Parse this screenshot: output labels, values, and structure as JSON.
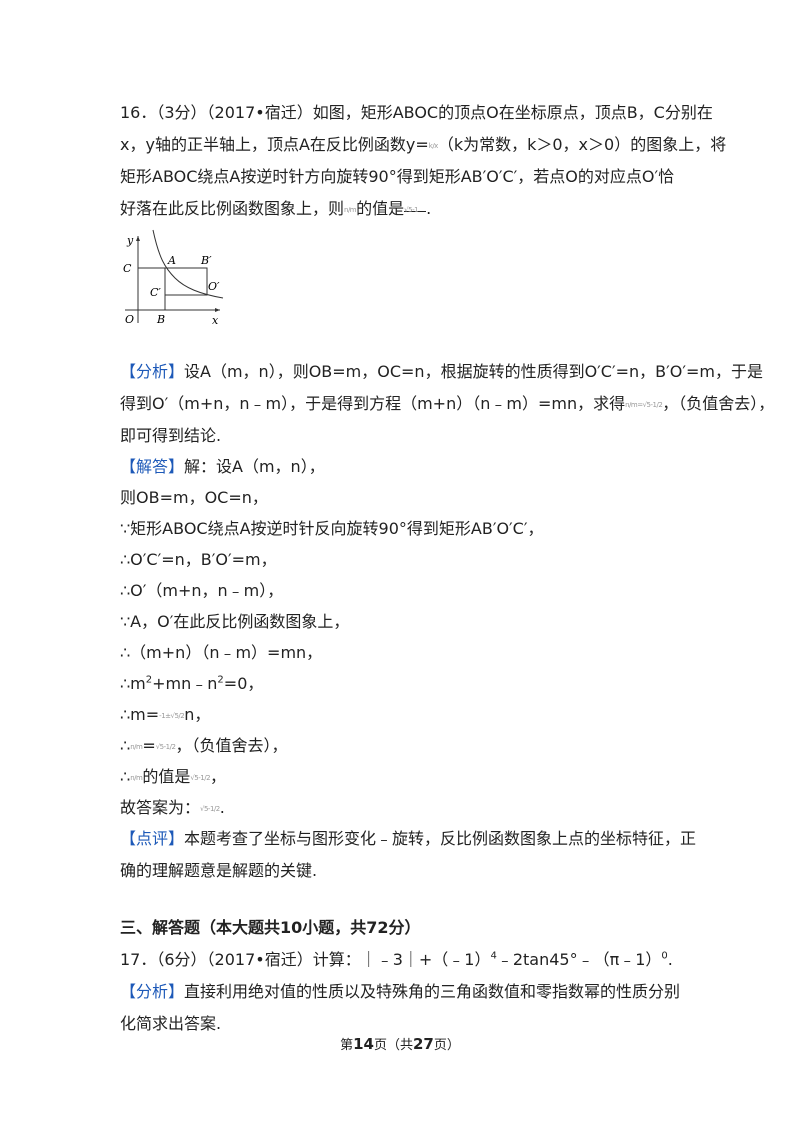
{
  "q16": {
    "line1": "16．（3分）（2017•宿迁）如图，矩形ABOC的顶点O在坐标原点，顶点B，C分别在",
    "line2a": "x，y轴的正半轴上，顶点A在反比例函数y=",
    "line2b": "（k为常数，k＞0，x＞0）的图象上，将",
    "line3": "矩形ABOC绕点A按逆时针方向旋转90°得到矩形AB′O′C′，若点O的对应点O′恰",
    "line4a": "好落在此反比例函数图象上，则",
    "line4b": "的值是",
    "line4c": "."
  },
  "figure": {
    "label_y": "y",
    "label_x": "x",
    "label_o": "O",
    "label_b": "B",
    "label_c": "C",
    "label_a": "A",
    "label_b_prime": "B′",
    "label_c_prime": "C′",
    "label_o_prime": "O′"
  },
  "analysis": {
    "tag": "【分析】",
    "line1": "设A（m，n），则OB=m，OC=n，根据旋转的性质得到O′C′=n，B′O′=m，于是",
    "line2a": "得到O′（m+n，n﹣m），于是得到方程（m+n）（n﹣m）=mn，求得",
    "line2b": "，（负值舍去），",
    "line3": "即可得到结论."
  },
  "solution": {
    "tag": "【解答】",
    "line1": "解：设A（m，n），",
    "line2": "则OB=m，OC=n，",
    "line3": "∵矩形ABOC绕点A按逆时针反向旋转90°得到矩形AB′O′C′，",
    "line4": "∴O′C′=n，B′O′=m，",
    "line5": "∴O′（m+n，n﹣m），",
    "line6": "∵A，O′在此反比例函数图象上，",
    "line7": "∴（m+n）（n﹣m）=mn，",
    "line8a": "∴m",
    "line8b": "2",
    "line8c": "+mn﹣n",
    "line8d": "2",
    "line8e": "=0，",
    "line9a": "∴m=",
    "line9b": "n，",
    "line10a": "∴",
    "line10b": "=",
    "line10c": "，（负值舍去），",
    "line11a": "∴",
    "line11b": "的值是",
    "line11c": "，",
    "line12a": "故答案为：",
    "line12b": "."
  },
  "comment": {
    "tag": "【点评】",
    "line1": "本题考查了坐标与图形变化﹣旋转，反比例函数图象上点的坐标特征，正",
    "line2": "确的理解题意是解题的关键."
  },
  "section3": {
    "heading": "三、解答题（本大题共10小题，共72分）"
  },
  "q17": {
    "line1a": "17．（6分）（2017•宿迁）计算：｜﹣3｜+（﹣1）",
    "line1b": "4",
    "line1c": "﹣2tan45°﹣（π﹣1）",
    "line1d": "0",
    "line1e": "."
  },
  "analysis17": {
    "tag": "【分析】",
    "line1": "直接利用绝对值的性质以及特殊角的三角函数值和零指数幂的性质分别",
    "line2": "化简求出答案."
  },
  "footer": {
    "pre": "第",
    "page": "14",
    "mid": "页（共",
    "total": "27",
    "post": "页）"
  }
}
